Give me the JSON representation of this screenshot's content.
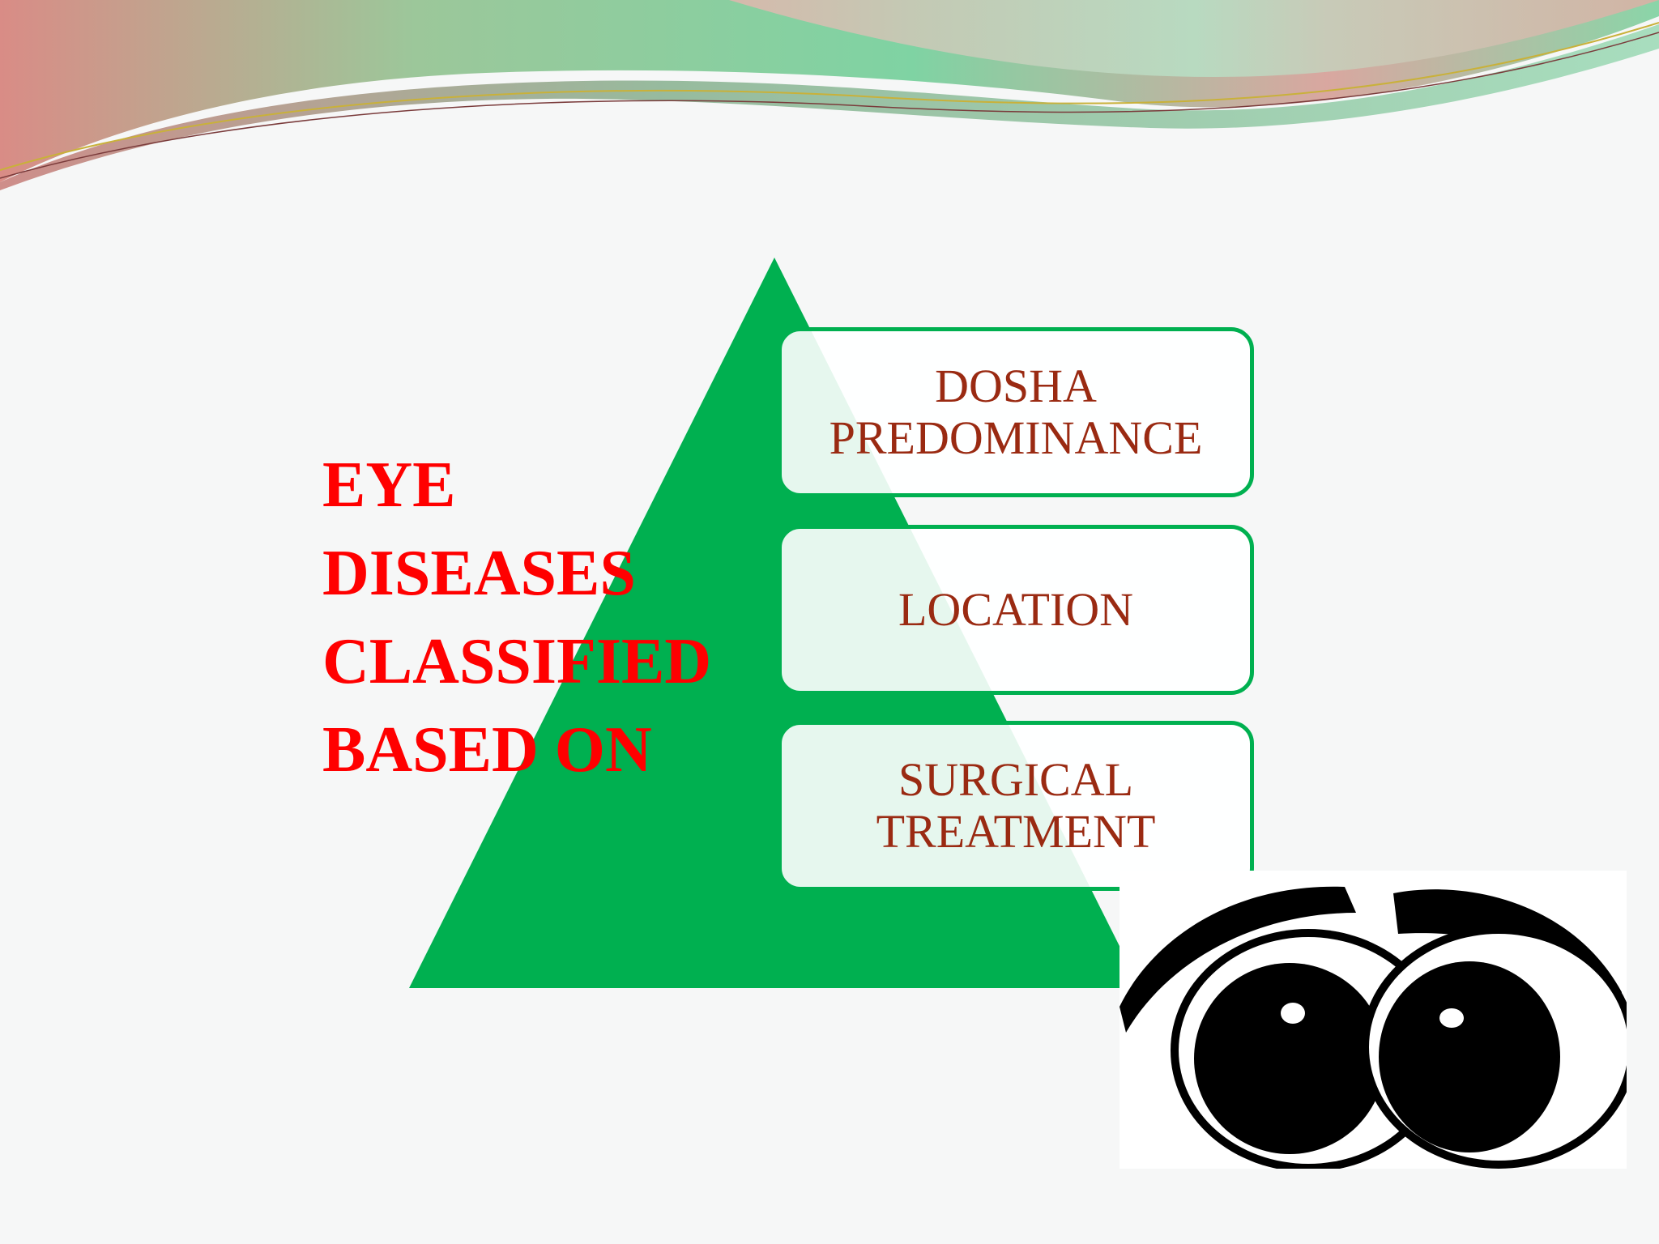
{
  "slide": {
    "title": "EYE\nDISEASES\nCLASSIFIED\nBASED ON",
    "categories": [
      {
        "label": "DOSHA\nPREDOMINANCE"
      },
      {
        "label": "LOCATION"
      },
      {
        "label": "SURGICAL\nTREATMENT"
      }
    ]
  },
  "colors": {
    "title": "#ff0000",
    "box_text": "#9a2a12",
    "pyramid": "#00b050",
    "box_border": "#00b050",
    "swoosh_green": "#7fd3a3",
    "swoosh_red": "#d98c86",
    "background": "#f6f7f7"
  },
  "icons": {
    "decor": "header-swoosh",
    "illustration": "cartoon-eyes"
  }
}
